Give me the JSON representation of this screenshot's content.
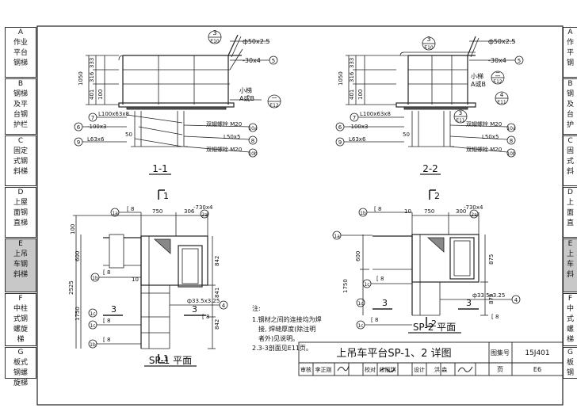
{
  "left_tabs": [
    {
      "letter": "A",
      "lines": [
        "作业",
        "平台",
        "钢梯"
      ]
    },
    {
      "letter": "B",
      "lines": [
        "钢梯",
        "及平",
        "台钢",
        "护栏"
      ]
    },
    {
      "letter": "C",
      "lines": [
        "固定",
        "式钢",
        "斜梯"
      ]
    },
    {
      "letter": "D",
      "lines": [
        "上屋",
        "面钢",
        "直梯"
      ]
    },
    {
      "letter": "E",
      "lines": [
        "上吊",
        "车钢",
        "斜梯"
      ]
    },
    {
      "letter": "F",
      "lines": [
        "中柱",
        "式钢",
        "螺旋",
        "梯"
      ]
    },
    {
      "letter": "G",
      "lines": [
        "板式",
        "钢螺",
        "旋梯"
      ]
    }
  ],
  "right_tabs": [
    {
      "letter": "A",
      "lines": [
        "作",
        "平",
        "钢"
      ]
    },
    {
      "letter": "B",
      "lines": [
        "钢",
        "及",
        "台",
        "护"
      ]
    },
    {
      "letter": "C",
      "lines": [
        "固",
        "式",
        "斜"
      ]
    },
    {
      "letter": "D",
      "lines": [
        "上",
        "面",
        "直"
      ]
    },
    {
      "letter": "E",
      "lines": [
        "上",
        "车",
        "斜"
      ]
    },
    {
      "letter": "F",
      "lines": [
        "中",
        "式",
        "螺",
        "梯"
      ]
    },
    {
      "letter": "G",
      "lines": [
        "板",
        "钢",
        "旋"
      ]
    }
  ],
  "section1": {
    "title": "1-1",
    "bubble_top_num": "3",
    "bubble_top_ref": "E10",
    "pipe": "ф50x2.5",
    "bar": "-30x4",
    "ladder_note": "小梯",
    "ladder_note2": "A或B",
    "bubble_side_num": "一",
    "bubble_side_ref": "E12",
    "dims": [
      "1050",
      "333",
      "316",
      "401",
      "100"
    ],
    "angle1": "L100x63x8",
    "plate": "-100x3",
    "angle2": "L63x6",
    "bolt1": "双帽螺栓 M20",
    "angle3": "L50x5",
    "bolt2": "双帽螺栓 M20",
    "dim50": "50",
    "callouts": [
      "5",
      "7",
      "6",
      "9",
      "10a",
      "8",
      "10b"
    ]
  },
  "section2": {
    "title": "2-2",
    "bubble_top_num": "3",
    "bubble_top_ref": "E10",
    "pipe": "ф50x2.5",
    "bar": "-30x4",
    "ladder_note": "小梯",
    "ladder_note2": "A或B",
    "bubble_side_num": "二",
    "bubble_side_ref": "E12",
    "bubble_mid_num": "4",
    "bubble_mid_ref": "E11",
    "bubble_low_num": "3",
    "bubble_low_ref": "E11",
    "dims": [
      "1050",
      "333",
      "316",
      "401",
      "100"
    ],
    "angle1": "L100x63x8",
    "plate": "-100x3",
    "angle2": "L63x6",
    "bolt1": "双帽螺栓 M20",
    "angle3": "L50x5",
    "bolt2": "双帽螺栓 M20",
    "dim50": "50",
    "callouts": [
      "5",
      "7",
      "6",
      "9",
      "10a",
      "8",
      "10b"
    ]
  },
  "plan1": {
    "title": "SP-1 平面",
    "cut_top": "1",
    "cut_bottom": "1",
    "cut_side": "3",
    "dims_top": [
      "750",
      "306"
    ],
    "plate": "-730x4",
    "channel": "[ 8",
    "pipe": "ф33.5x3.25",
    "dims_left": [
      "100",
      "600",
      "2525",
      "1750",
      "10"
    ],
    "dims_right": [
      "842",
      "841",
      "842"
    ],
    "callouts": [
      "1a",
      "2a",
      "1b",
      "1c",
      "1c",
      "1c",
      "1b",
      "4"
    ]
  },
  "plan2": {
    "title": "SP-2 平面",
    "cut_top": "2",
    "cut_bottom": "2",
    "cut_side": "3",
    "dims_top": [
      "10",
      "750",
      "300"
    ],
    "plate": "-730x4",
    "channel": "[ 8",
    "pipe": "ф33.5x3.25",
    "dims_left": [
      "600",
      "1750"
    ],
    "dims_right": [
      "875",
      "875"
    ],
    "callouts": [
      "1b",
      "2a",
      "1a",
      "1c",
      "1c",
      "1c",
      "4"
    ]
  },
  "notes": {
    "heading": "注:",
    "lines": [
      "1.钢材之间的连接均为焊",
      "接, 焊缝厚度(除注明",
      "者外)见说明。",
      "2.3-3剖面见E11页。"
    ]
  },
  "title_block": {
    "title": "上吊车平台SP-1、2 详图",
    "atlas_label": "图集号",
    "atlas_value": "15J401",
    "page_label": "页",
    "page_value": "E6",
    "review_label": "审核",
    "review_name": "李正刚",
    "check_label": "校对",
    "check_name": "段丽琪",
    "design_label": "设计",
    "design_name": "洪 森"
  }
}
